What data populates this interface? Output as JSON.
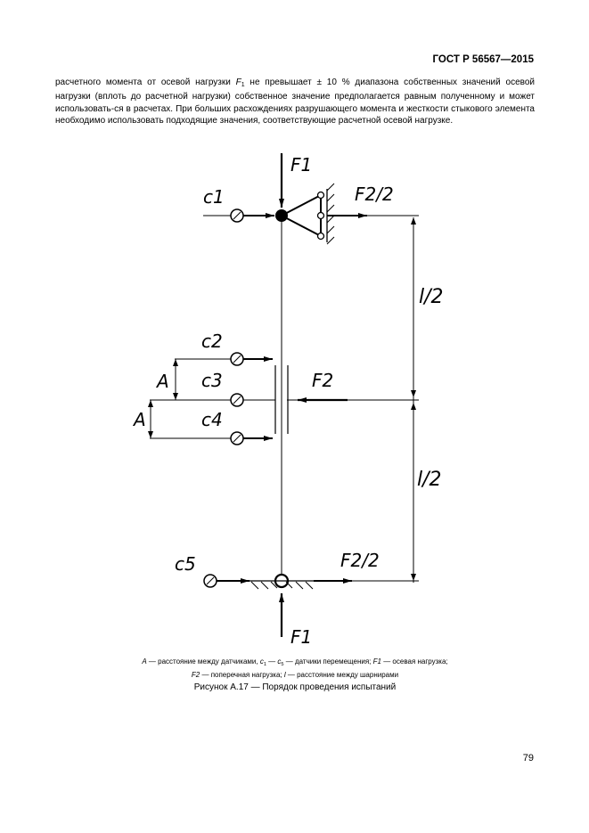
{
  "header": {
    "doc_id": "ГОСТ Р 56567—2015"
  },
  "body": {
    "para_a": "расчетного момента от осевой нагрузки ",
    "para_var": "F",
    "para_sub": "1",
    "para_b": " не превышает ± 10 % диапазона собственных значений осевой нагрузки (вплоть до расчетной нагрузки) собственное значение предполагается равным полученному и может использовать-ся в расчетах. При больших расхождениях разрушающего момента и жесткости стыкового элемента необходимо использовать подходящие значения, соответствующие расчетной осевой нагрузке."
  },
  "figure": {
    "labels": {
      "f1_top": "F1",
      "f1_bottom": "F1",
      "c1": "c1",
      "c2": "c2",
      "c3": "c3",
      "c4": "c4",
      "c5": "c5",
      "f2_half_top": "F2/2",
      "f2_half_bottom": "F2/2",
      "f2_mid": "F2",
      "l_half_top": "l/2",
      "l_half_bottom": "l/2",
      "a_top": "A",
      "a_bottom": "A"
    },
    "legend": {
      "a_var": "A",
      "a_text": " — расстояние между датчиками, ",
      "c_var1": "c",
      "c_sub1": "1",
      "dash": " — ",
      "c_var2": "c",
      "c_sub2": "5",
      "c_text": " — датчики перемещения; ",
      "f1_var": "F1",
      "f1_text": " — осевая нагрузка;",
      "f2_var": "F2",
      "f2_text": " — поперечная нагрузка; ",
      "l_var": "l",
      "l_text": " — расстояние между шарнирами"
    },
    "caption": "Рисунок А.17 — Порядок проведения испытаний"
  },
  "footer": {
    "page_number": "79"
  }
}
